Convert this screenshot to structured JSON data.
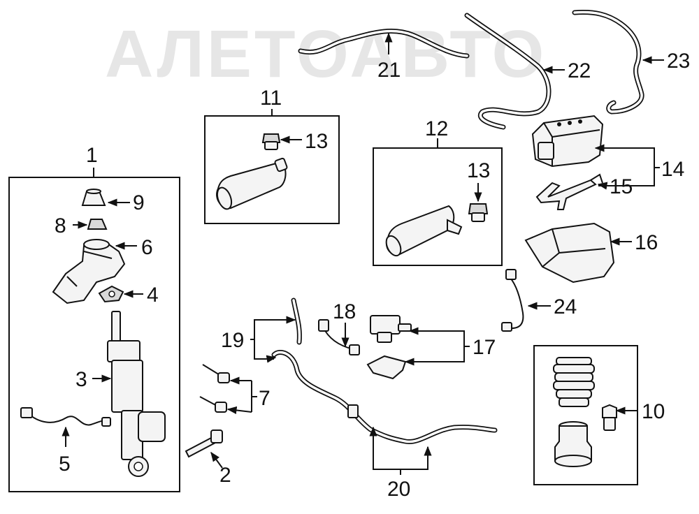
{
  "watermark": "АЛЕТОАВТО",
  "callouts": {
    "c1": "1",
    "c2": "2",
    "c3": "3",
    "c4": "4",
    "c5": "5",
    "c6": "6",
    "c7": "7",
    "c8": "8",
    "c9": "9",
    "c10": "10",
    "c11": "11",
    "c12": "12",
    "c13a": "13",
    "c13b": "13",
    "c14": "14",
    "c15": "15",
    "c16": "16",
    "c17": "17",
    "c18": "18",
    "c19": "19",
    "c20": "20",
    "c21": "21",
    "c22": "22",
    "c23": "23",
    "c24": "24"
  }
}
